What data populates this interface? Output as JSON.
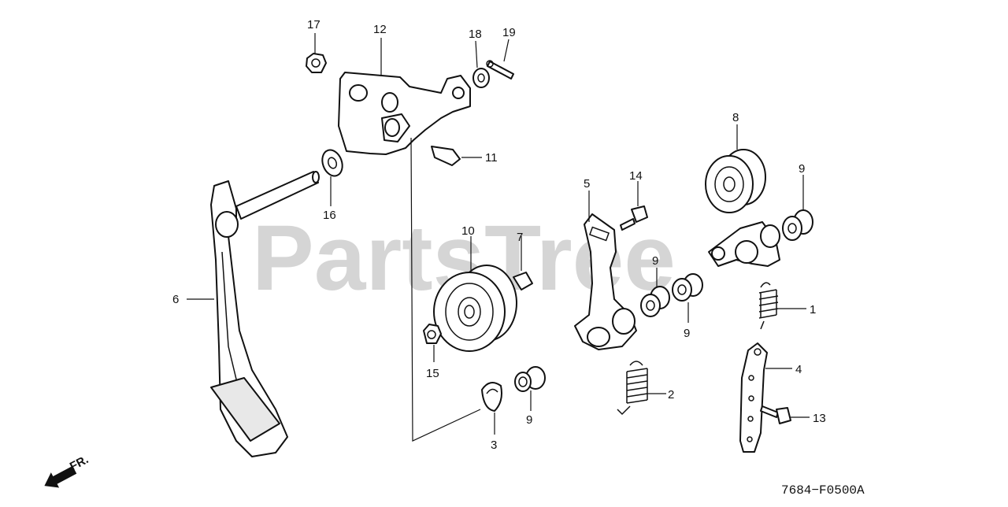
{
  "diagram": {
    "watermark": "PartsTree",
    "drawing_code": "7684−F0500A",
    "direction_label": "FR.",
    "callouts": {
      "c1": "1",
      "c2": "2",
      "c3": "3",
      "c4": "4",
      "c5": "5",
      "c6": "6",
      "c7": "7",
      "c8": "8",
      "c9a": "9",
      "c9b": "9",
      "c9c": "9",
      "c9d": "9",
      "c10": "10",
      "c11": "11",
      "c12": "12",
      "c13": "13",
      "c14": "14",
      "c15": "15",
      "c16": "16",
      "c17": "17",
      "c18": "18",
      "c19": "19"
    }
  }
}
